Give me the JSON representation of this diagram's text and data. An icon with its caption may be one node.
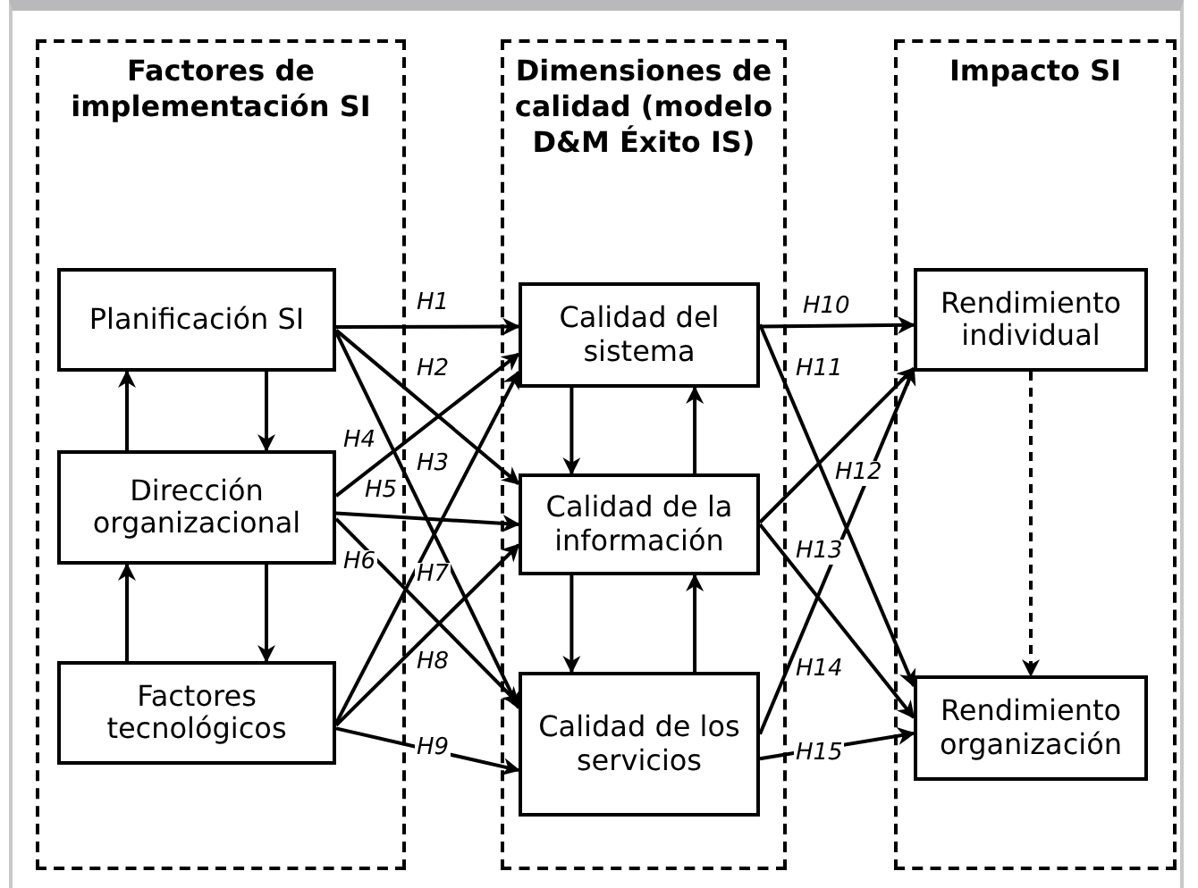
{
  "diagram": {
    "nodes": [
      {
        "text": [
          "Factores de implementación SI"
        ]
      },
      {
        "text": [
          "Planificación SI"
        ],
        "in": 0
      },
      {
        "text": [
          "Dirección organizacional"
        ],
        "in": 0
      },
      {
        "text": [
          "Factores tecnológicos"
        ],
        "in": 0
      },
      {
        "text": [
          "Dimensiones de calidad (modelo D&M Éxito IS)"
        ]
      },
      {
        "text": [
          "Calidad del sistema"
        ],
        "in": 4
      },
      {
        "text": [
          "Calidad de la información"
        ],
        "in": 4
      },
      {
        "text": [
          "Calidad de los servicios"
        ],
        "in": 4
      },
      {
        "text": [
          "Impacto SI"
        ]
      },
      {
        "text": [
          "Rendimiento individual"
        ],
        "in": 8
      },
      {
        "text": [
          "Rendimiento organización"
        ],
        "in": 8
      }
    ],
    "edges": [
      {
        "from": 1,
        "to": 5,
        "arrow": "to",
        "label": "H1"
      },
      {
        "from": 1,
        "to": 6,
        "arrow": "to",
        "label": "H2"
      },
      {
        "from": 1,
        "to": 7,
        "arrow": "to",
        "label": "H3"
      },
      {
        "from": 2,
        "to": 5,
        "arrow": "to",
        "label": "H4"
      },
      {
        "from": 2,
        "to": 6,
        "arrow": "to",
        "label": "H5"
      },
      {
        "from": 2,
        "to": 7,
        "arrow": "to",
        "label": "H6"
      },
      {
        "from": 3,
        "to": 5,
        "arrow": "to",
        "label": "H7"
      },
      {
        "from": 3,
        "to": 6,
        "arrow": "to",
        "label": "H8"
      },
      {
        "from": 3,
        "to": 7,
        "arrow": "to",
        "label": "H9"
      },
      {
        "from": 5,
        "to": 9,
        "arrow": "to",
        "label": "H10"
      },
      {
        "from": 5,
        "to": 10,
        "arrow": "to",
        "label": "H11"
      },
      {
        "from": 6,
        "to": 9,
        "arrow": "to",
        "label": "H12"
      },
      {
        "from": 6,
        "to": 10,
        "arrow": "to",
        "label": "H13"
      },
      {
        "from": 7,
        "to": 9,
        "arrow": "to",
        "label": "H14"
      },
      {
        "from": 7,
        "to": 10,
        "arrow": "to",
        "label": "H15"
      },
      {
        "from": 1,
        "to": 2,
        "arrow": "to"
      },
      {
        "from": 2,
        "to": 1,
        "arrow": "to"
      },
      {
        "from": 2,
        "to": 3,
        "arrow": "to"
      },
      {
        "from": 3,
        "to": 2,
        "arrow": "to"
      },
      {
        "from": 5,
        "to": 6,
        "arrow": "to"
      },
      {
        "from": 6,
        "to": 5,
        "arrow": "to"
      },
      {
        "from": 6,
        "to": 7,
        "arrow": "to"
      },
      {
        "from": 7,
        "to": 6,
        "arrow": "to"
      },
      {
        "from": 9,
        "to": 10,
        "arrow": "to",
        "style": "dashed"
      }
    ]
  }
}
